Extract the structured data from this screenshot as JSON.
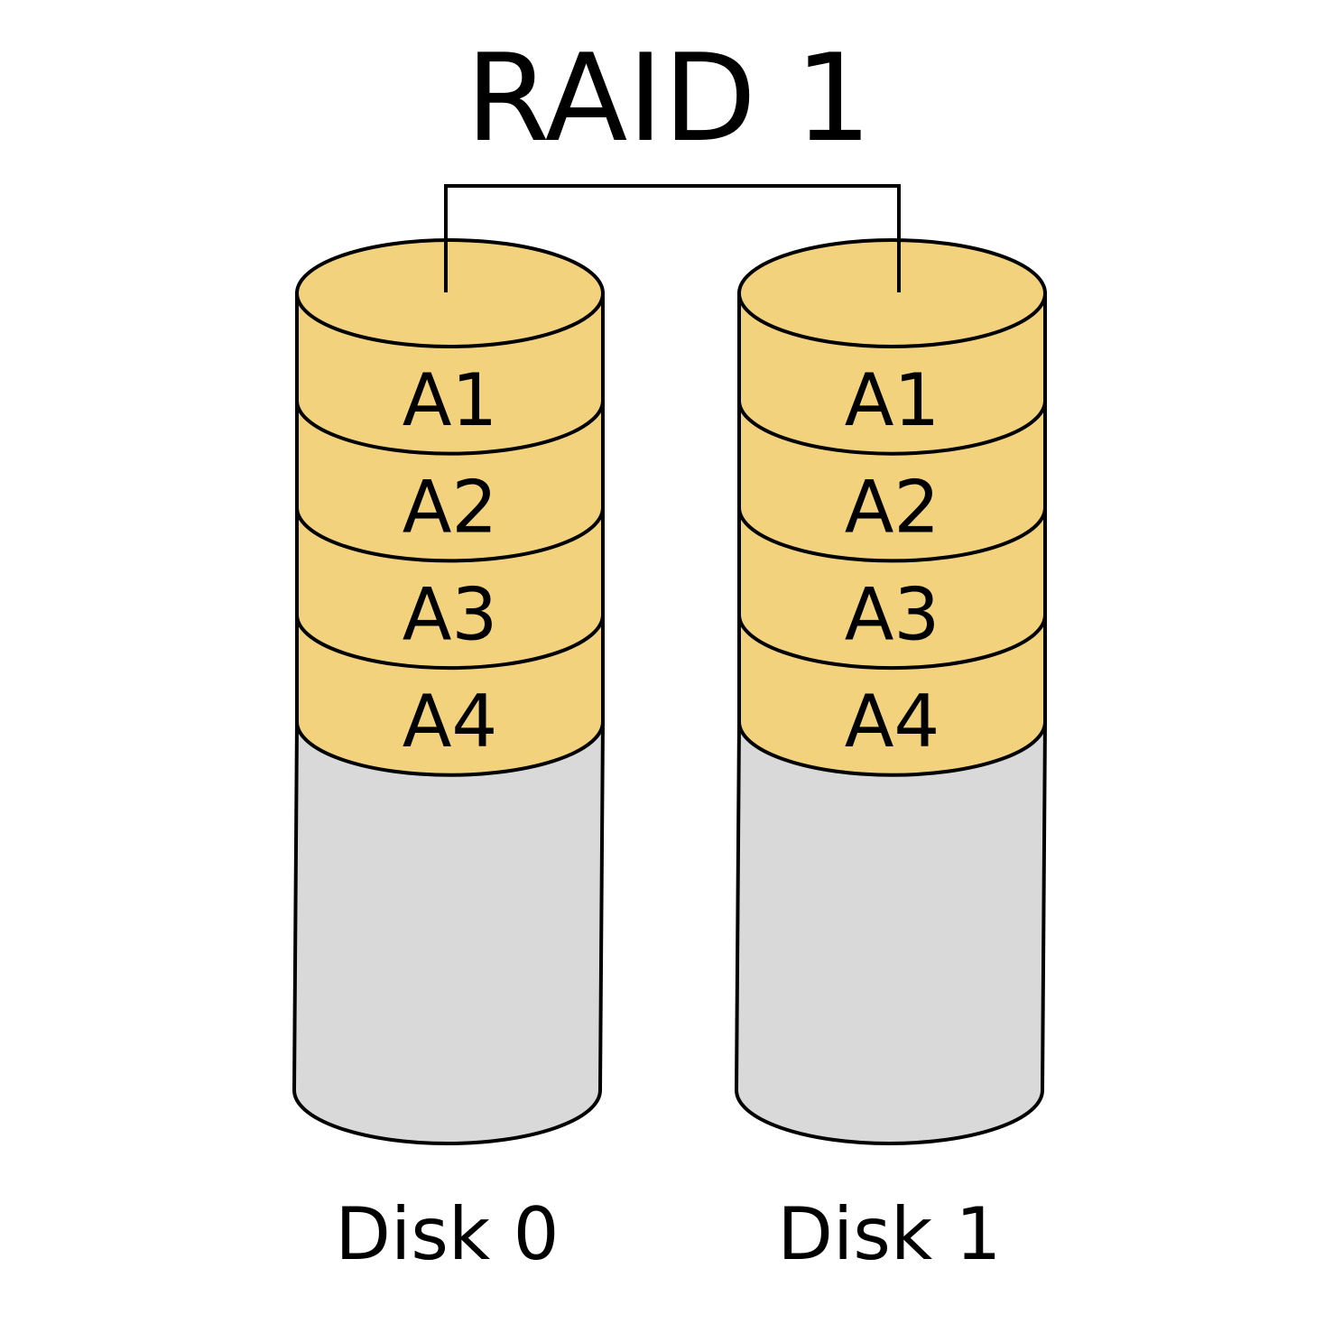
{
  "title": "RAID 1",
  "colors": {
    "block": "#f3d27e",
    "empty": "#d9d9d9",
    "stroke": "#000000"
  },
  "disks": [
    {
      "label": "Disk 0",
      "blocks": [
        "A1",
        "A2",
        "A3",
        "A4"
      ]
    },
    {
      "label": "Disk 1",
      "blocks": [
        "A1",
        "A2",
        "A3",
        "A4"
      ]
    }
  ]
}
